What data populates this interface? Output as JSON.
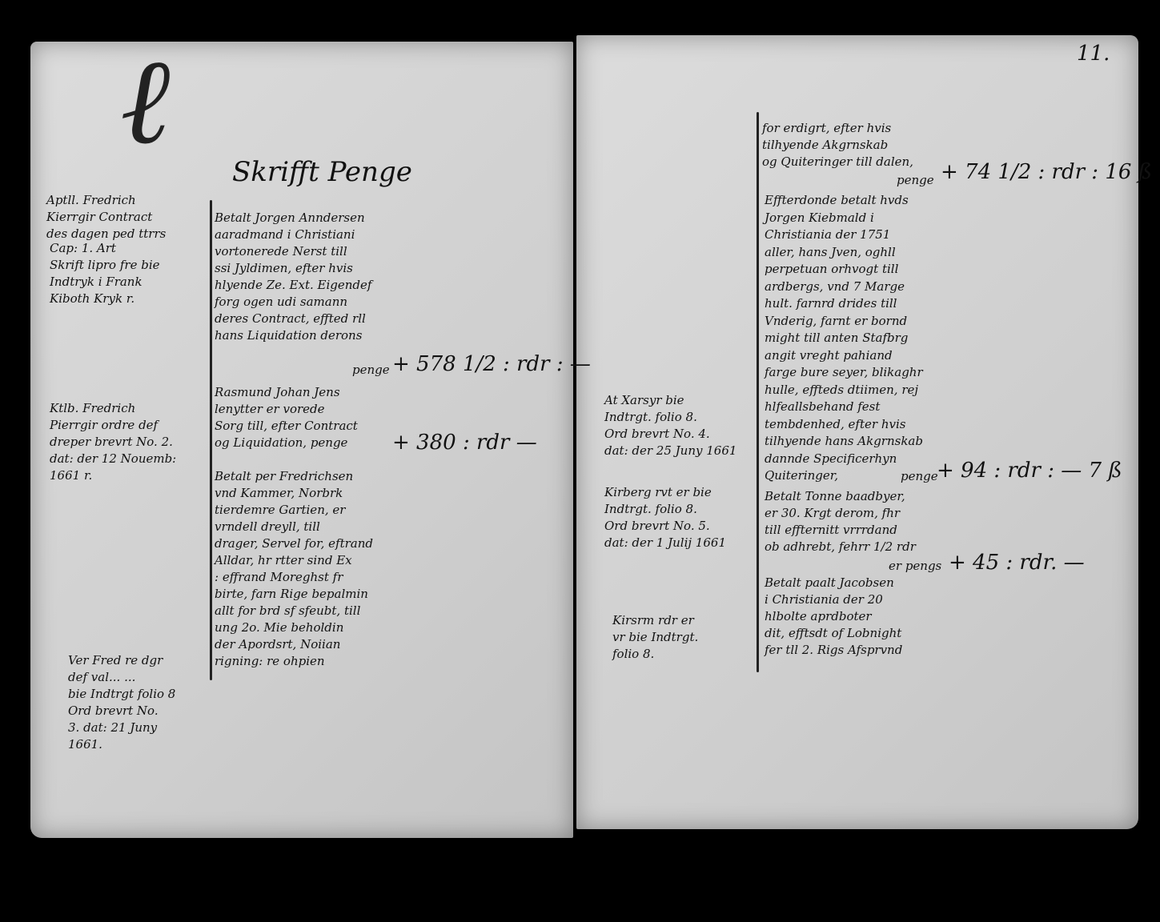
{
  "page_number": "11.",
  "left_page": {
    "heading": "Skrifft Penge",
    "margin_notes": [
      {
        "lines": [
          "Aptll. Fredrich",
          "Kierrgir Contract",
          "des dagen ped ttrrs"
        ]
      },
      {
        "lines": [
          "Cap: 1. Art",
          "Skrift lipro fre bie",
          "Indtryk i Frank",
          "Kiboth Kryk r."
        ]
      },
      {
        "lines": [
          "Ktlb. Fredrich",
          "Pierrgir ordre def",
          "dreper brevrt No. 2.",
          "dat: der 12 Nouemb:",
          "1661 r."
        ]
      },
      {
        "lines": [
          "Ver Fred re dgr",
          "def val... ...",
          "bie Indtrgt folio 8",
          "Ord brevrt No.",
          "3. dat: 21 Juny",
          "1661."
        ]
      }
    ],
    "entries": [
      {
        "lines": [
          "Betalt Jorgen Anndersen",
          "aaradmand i Christiani",
          "vortonerede Nerst till",
          "ssi Jyldimen, efter hvis",
          "hlyende Ze. Ext. Eigendef",
          "forg ogen udi samann",
          "deres Contract, effted rll",
          "hans Liquidation derons"
        ],
        "amount_label": "penge",
        "amount": "+ 578 1/2 : rdr : —"
      },
      {
        "lines": [
          "Rasmund Johan Jens",
          "lenytter er vorede",
          "Sorg till, efter Contract",
          "og Liquidation, penge"
        ],
        "amount_label": "",
        "amount": "+ 380 : rdr —"
      },
      {
        "lines": [
          "Betalt per Fredrichsen",
          "vnd Kammer, Norbrk",
          "tierdemre Gartien, er",
          "vrndell dreyll, till",
          "drager, Servel for, eftrand",
          "Alldar, hr rtter sind Ex",
          ": effrand Moreghst fr",
          "birte, farn Rige bepalmin",
          "allt for brd sf sfeubt, till",
          "ung 2o. Mie beholdin",
          "der Apordsrt, Noiian",
          "rigning: re ohpien"
        ],
        "amount_label": "",
        "amount": ""
      }
    ]
  },
  "right_page": {
    "margin_notes": [
      {
        "lines": [
          "At Xarsyr bie",
          "Indtrgt. folio 8.",
          "Ord brevrt No. 4.",
          "dat: der 25 Juny 1661"
        ]
      },
      {
        "lines": [
          "Kirberg rvt er bie",
          "Indtrgt. folio 8.",
          "Ord brevrt No. 5.",
          "dat: der 1 Julij 1661"
        ]
      },
      {
        "lines": [
          "Kirsrm rdr er",
          "vr bie Indtrgt.",
          "folio 8."
        ]
      }
    ],
    "entries": [
      {
        "lines": [
          "for erdigrt, efter hvis",
          "tilhyende Akgrnskab",
          "og Quiteringer till dalen,"
        ],
        "amount_label": "penge",
        "amount": "+ 74 1/2 : rdr : 16 ß"
      },
      {
        "lines": [
          "Effterdonde betalt hvds",
          "Jorgen Kiebmald i",
          "Christiania der 1751",
          "aller, hans Jven, oghll",
          "perpetuan orhvogt till",
          "ardbergs, vnd 7 Marge",
          "hult. farnrd drides till",
          "Vnderig, farnt er bornd",
          "might till anten Stafbrg",
          "angit vreght pahiand",
          "farge bure seyer, blikaghr",
          "hulle, effteds dtiimen, rej",
          "hlfeallsbehand fest",
          "tembdenhed, efter hvis",
          "tilhyende hans Akgrnskab",
          "dannde Specificerhyn",
          "Quiteringer,"
        ],
        "amount_label": "penge",
        "amount": "+ 94 : rdr : — 7 ß"
      },
      {
        "lines": [
          "Betalt Tonne baadbyer,",
          "er 30. Krgt derom, fhr",
          "till effternitt vrrrdand",
          "ob adhrebt, fehrr 1/2 rdr"
        ],
        "amount_label": "er pengs",
        "amount": "+ 45 : rdr. —"
      },
      {
        "lines": [
          "Betalt paalt Jacobsen",
          "i Christiania der 20",
          "hlbolte aprdboter",
          "dit, efftsdt of Lobnight",
          "fer tll 2. Rigs Afsprvnd"
        ],
        "amount_label": "",
        "amount": ""
      }
    ]
  }
}
